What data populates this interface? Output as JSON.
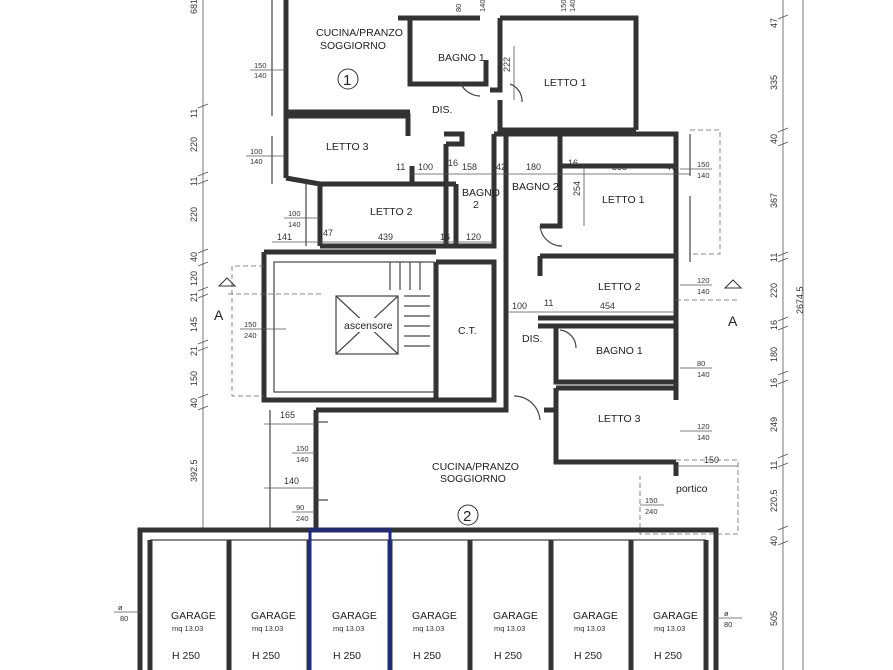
{
  "apartment_1": {
    "number": "1",
    "rooms": {
      "cucina_line1": "CUCINA/PRANZO",
      "cucina_line2": "SOGGIORNO",
      "bagno1": "BAGNO 1",
      "letto1": "LETTO 1",
      "dis": "DIS.",
      "letto3": "LETTO 3",
      "letto2": "LETTO 2",
      "bagno2_line1": "BAGNO",
      "bagno2_line2": "2"
    }
  },
  "apartment_2": {
    "number": "2",
    "rooms": {
      "bagno2": "BAGNO 2",
      "letto1": "LETTO 1",
      "letto2": "LETTO 2",
      "dis": "DIS.",
      "bagno1": "BAGNO 1",
      "letto3": "LETTO 3",
      "cucina_line1": "CUCINA/PRANZO",
      "cucina_line2": "SOGGIORNO",
      "portico": "portico"
    }
  },
  "core": {
    "lift": "ascensore",
    "ct": "C.T.",
    "section_left": "A",
    "section_right": "A"
  },
  "garages": [
    {
      "name": "GARAGE",
      "area": "mq 13.03",
      "height": "H 250"
    },
    {
      "name": "GARAGE",
      "area": "mq 13.03",
      "height": "H 250"
    },
    {
      "name": "GARAGE",
      "area": "mq 13.03",
      "height": "H 250"
    },
    {
      "name": "GARAGE",
      "area": "mq 13.03",
      "height": "H 250"
    },
    {
      "name": "GARAGE",
      "area": "mq 13.03",
      "height": "H 250"
    },
    {
      "name": "GARAGE",
      "area": "mq 13.03",
      "height": "H 250"
    },
    {
      "name": "GARAGE",
      "area": "mq 13.03",
      "height": "H 250"
    }
  ],
  "window_tags": {
    "w150_140": [
      "150",
      "140"
    ],
    "w100_140": [
      "100",
      "140"
    ],
    "w150_240": [
      "150",
      "240"
    ],
    "w90_240": [
      "90",
      "240"
    ],
    "w120_140": [
      "120",
      "140"
    ],
    "w80_140": [
      "80",
      "140"
    ],
    "w80_top": [
      "80",
      "140"
    ],
    "w150_top": [
      "150",
      "140"
    ],
    "phi80": [
      "ø",
      "80"
    ]
  },
  "dimensions": {
    "d222": "222",
    "d100a": "100",
    "d158": "158",
    "d11a": "11",
    "d16a": "16",
    "d42": "42",
    "d180": "180",
    "d16b": "16",
    "d368": "368",
    "d47a": "47",
    "d254": "254",
    "d141": "141",
    "d47b": "47",
    "d439": "439",
    "d16c": "16",
    "d120": "120",
    "d100b": "100",
    "d11b": "11",
    "d454": "454",
    "d165": "165",
    "d140": "140",
    "d150p": "150"
  },
  "left_scale": [
    "681",
    "11",
    "220",
    "11",
    "220",
    "40",
    "120",
    "21",
    "145",
    "21",
    "150",
    "40",
    "392.5"
  ],
  "right_scale": [
    "47",
    "335",
    "40",
    "367",
    "11",
    "220",
    "16",
    "180",
    "16",
    "249",
    "11",
    "220.5",
    "40",
    "505"
  ],
  "total": "2674.5"
}
